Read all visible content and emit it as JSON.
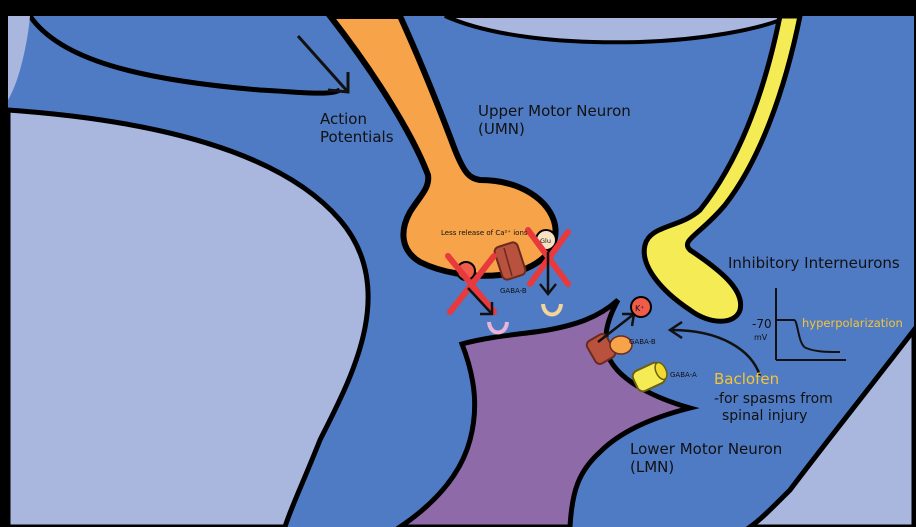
{
  "labels": {
    "action_potentials_1": "Action",
    "action_potentials_2": "Potentials",
    "umn_1": "Upper Motor Neuron",
    "umn_2": "(UMN)",
    "less_release": "Less release of Ca²⁺ ions",
    "glu": "Glu",
    "gaba_b_left": "GABA-B",
    "gaba_b_right": "GABA-B",
    "gaba_a": "GABA-A",
    "k_ion": "K⁺",
    "inhibitory": "Inhibitory Interneurons",
    "hyperpolarization": "hyperpolarization",
    "mv_value": "-70",
    "mv_unit": "mV",
    "baclofen": "Baclofen",
    "baclofen_use_1": "-for spasms from",
    "baclofen_use_2": "spinal injury",
    "lmn_1": "Lower Motor Neuron",
    "lmn_2": "(LMN)"
  },
  "colors": {
    "background_blue": "#4f7bc4",
    "light_region": "#a9b6dd",
    "umn_orange": "#f6a349",
    "interneuron_yellow": "#f5ec55",
    "lmn_purple": "#8f6aa8",
    "cross_red": "#e8393c",
    "channel_brown": "#b8523f",
    "baclofen_yellow": "#f5c437"
  }
}
